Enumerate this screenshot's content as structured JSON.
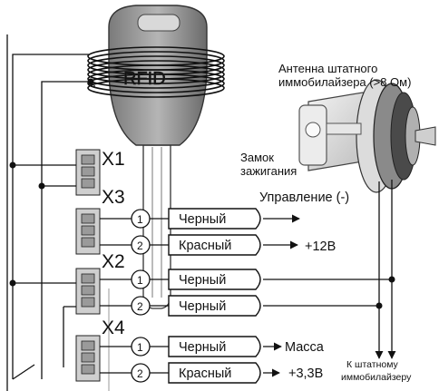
{
  "key": {
    "label": "RFID"
  },
  "antenna": {
    "title_line1": "Антенна штатного",
    "title_line2": "иммобилайзера (>8 Ом)"
  },
  "lock": {
    "line1": "Замок",
    "line2": "зажигания"
  },
  "connectors": {
    "x1": "X1",
    "x3": "X3",
    "x2": "X2",
    "x4": "X4"
  },
  "wires": [
    {
      "pin": "1",
      "color": "Черный",
      "target": "Управление (-)"
    },
    {
      "pin": "2",
      "color": "Красный",
      "target": "+12В"
    },
    {
      "pin": "1",
      "color": "Черный",
      "target": ""
    },
    {
      "pin": "2",
      "color": "Черный",
      "target": ""
    },
    {
      "pin": "1",
      "color": "Черный",
      "target": "Масса"
    },
    {
      "pin": "2",
      "color": "Красный",
      "target": "+3,3В"
    }
  ],
  "immobilizer": {
    "line1": "К штатному",
    "line2": "иммобилайзеру"
  },
  "colors": {
    "line": "#111111",
    "connector_fill": "#cfcfcf",
    "key_fill": "#8c8c8c"
  }
}
